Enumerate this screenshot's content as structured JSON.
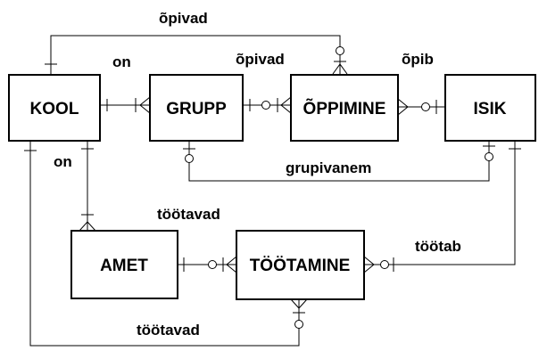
{
  "entities": {
    "kool": "KOOL",
    "grupp": "GRUPP",
    "oppimine": "ÕPPIMINE",
    "isik": "ISIK",
    "amet": "AMET",
    "tootamine": "TÖÖTAMINE"
  },
  "relationships": {
    "kool_oppimine": "õpivad",
    "kool_grupp": "on",
    "grupp_oppimine": "õpivad",
    "oppimine_isik": "õpib",
    "kool_amet": "on",
    "grupp_isik": "grupivanem",
    "amet_tootamine": "töötavad",
    "isik_tootamine": "töötab",
    "kool_tootamine": "töötavad"
  }
}
